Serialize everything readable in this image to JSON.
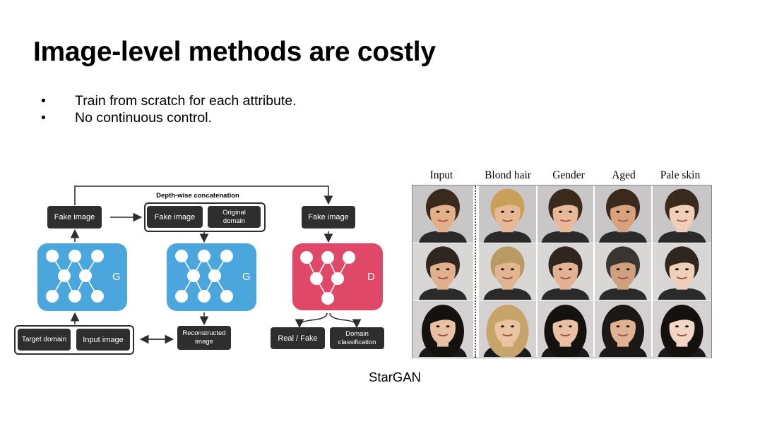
{
  "slide": {
    "title": "Image-level methods are costly",
    "bullets": [
      "Train from scratch for each attribute.",
      "No continuous control."
    ],
    "bullet_symbol": "•",
    "caption": "StarGAN"
  },
  "diagram": {
    "top_label": "Depth-wise concatenation",
    "fake_image_1": "Fake image",
    "fake_image_2": "Fake image",
    "original_domain": "Original domain",
    "fake_image_3": "Fake image",
    "generator_label_1": "G",
    "generator_label_2": "G",
    "discriminator_label": "D",
    "target_domain": "Target domain",
    "input_image": "Input image",
    "reconstructed_image": "Reconstructed image",
    "real_fake": "Real / Fake",
    "domain_classification": "Domain classification",
    "colors": {
      "generator": "#4aa6dd",
      "discriminator": "#e04868",
      "box": "#2e2e2e"
    }
  },
  "results": {
    "columns": [
      "Input",
      "Blond hair",
      "Gender",
      "Aged",
      "Pale skin"
    ],
    "rows": [
      {
        "hair": [
          "#3a2a1e",
          "#c9a05a",
          "#3a2a1e",
          "#3a2a1e",
          "#3a2a1e"
        ],
        "skin": [
          "#e2b08a",
          "#e6b893",
          "#e8b999",
          "#d9a27f",
          "#efcfb8"
        ],
        "bg": "#c9c6c8"
      },
      {
        "hair": [
          "#2f2620",
          "#b89a65",
          "#2f2620",
          "#3b3531",
          "#2f2620"
        ],
        "skin": [
          "#e0b08c",
          "#e2b591",
          "#e3b295",
          "#cfa07e",
          "#eecfb9"
        ],
        "bg": "#d9d6d6"
      },
      {
        "hair": [
          "#14110f",
          "#c7a46a",
          "#14110f",
          "#1b1816",
          "#14110f"
        ],
        "skin": [
          "#e8c0a3",
          "#ebc3a3",
          "#e8c0a3",
          "#dfb293",
          "#f2d7c6"
        ],
        "bg": "#d5d0d2"
      }
    ]
  }
}
